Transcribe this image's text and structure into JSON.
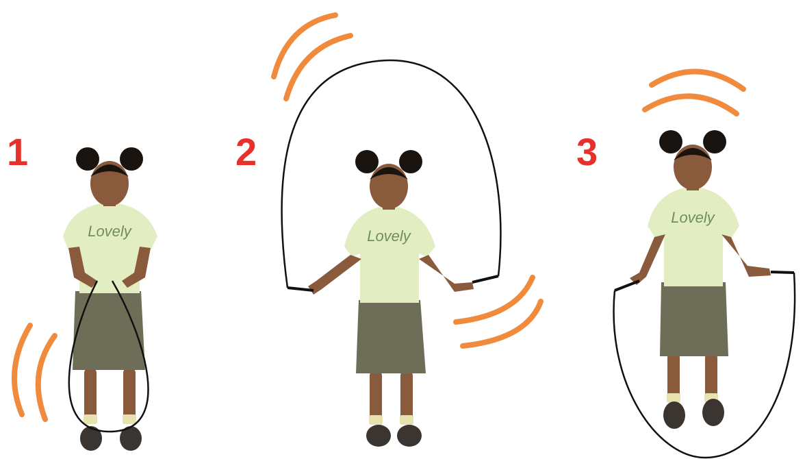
{
  "steps": [
    {
      "number": "1",
      "shirt_text": "Lovely"
    },
    {
      "number": "2",
      "shirt_text": "Lovely"
    },
    {
      "number": "3",
      "shirt_text": "Lovely"
    }
  ],
  "colors": {
    "step_number": "#e8302a",
    "motion_arc": "#f08a3c",
    "rope": "#111111",
    "hair": "#1a1410",
    "skin": "#8a5a3c",
    "shirt": "#e3edc2",
    "skirt": "#6e6e58",
    "sock": "#e8e2b0",
    "shoe": "#3a3530",
    "shirt_print": "#6f8f5a"
  }
}
